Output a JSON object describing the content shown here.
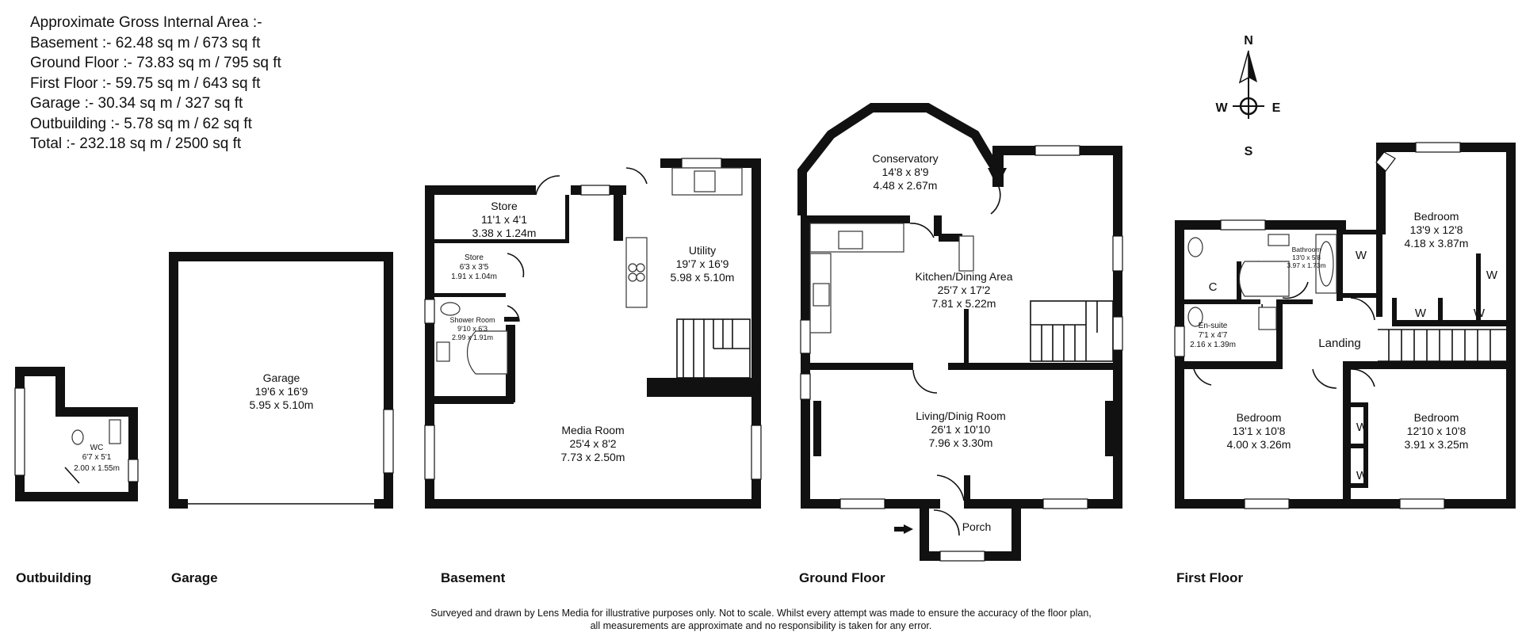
{
  "areas": {
    "title": "Approximate Gross Internal Area :-",
    "basement": "Basement :- 62.48 sq m / 673 sq ft",
    "ground": "Ground Floor :- 73.83 sq m / 795 sq ft",
    "first": "First Floor :- 59.75 sq m / 643 sq ft",
    "garage": "Garage :- 30.34 sq m / 327 sq ft",
    "outbuilding": "Outbuilding :- 5.78 sq m / 62 sq ft",
    "total": "Total :- 232.18 sq m / 2500 sq ft"
  },
  "compass": {
    "n": "N",
    "s": "S",
    "e": "E",
    "w": "W"
  },
  "sections": {
    "outbuilding": "Outbuilding",
    "garage": "Garage",
    "basement": "Basement",
    "ground": "Ground Floor",
    "first": "First Floor"
  },
  "rooms": {
    "wc": {
      "name": "WC",
      "imp": "6'7 x 5'1",
      "met": "2.00 x 1.55m"
    },
    "garage": {
      "name": "Garage",
      "imp": "19'6 x 16'9",
      "met": "5.95 x 5.10m"
    },
    "store1": {
      "name": "Store",
      "imp": "11'1 x 4'1",
      "met": "3.38 x 1.24m"
    },
    "store2": {
      "name": "Store",
      "imp": "6'3 x 3'5",
      "met": "1.91 x 1.04m"
    },
    "shower": {
      "name": "Shower Room",
      "imp": "9'10 x 6'3",
      "met": "2.99 x 1.91m"
    },
    "utility": {
      "name": "Utility",
      "imp": "19'7 x 16'9",
      "met": "5.98 x 5.10m"
    },
    "media": {
      "name": "Media Room",
      "imp": "25'4 x 8'2",
      "met": "7.73 x 2.50m"
    },
    "conservatory": {
      "name": "Conservatory",
      "imp": "14'8 x 8'9",
      "met": "4.48 x 2.67m"
    },
    "kitchen": {
      "name": "Kitchen/Dining Area",
      "imp": "25'7 x 17'2",
      "met": "7.81 x 5.22m"
    },
    "living": {
      "name": "Living/Dinig Room",
      "imp": "26'1 x 10'10",
      "met": "7.96 x 3.30m"
    },
    "porch": {
      "name": "Porch"
    },
    "bathroom": {
      "name": "Bathroom",
      "imp": "13'0 x 5'8",
      "met": "3.97 x 1.73m"
    },
    "bed1": {
      "name": "Bedroom",
      "imp": "13'9 x 12'8",
      "met": "4.18 x 3.87m"
    },
    "ensuite": {
      "name": "En-suite",
      "imp": "7'1 x 4'7",
      "met": "2.16 x 1.39m"
    },
    "landing": {
      "name": "Landing"
    },
    "bed2": {
      "name": "Bedroom",
      "imp": "13'1 x 10'8",
      "met": "4.00 x 3.26m"
    },
    "bed3": {
      "name": "Bedroom",
      "imp": "12'10 x 10'8",
      "met": "3.91 x 3.25m"
    }
  },
  "markers": {
    "wardrobe": "W",
    "cupboard": "C"
  },
  "footer": {
    "line1": "Surveyed and drawn by Lens Media for illustrative purposes only. Not to scale. Whilst every attempt was made to ensure the accuracy of the floor plan,",
    "line2": "all measurements are approximate and no responsibility is taken for any error."
  }
}
